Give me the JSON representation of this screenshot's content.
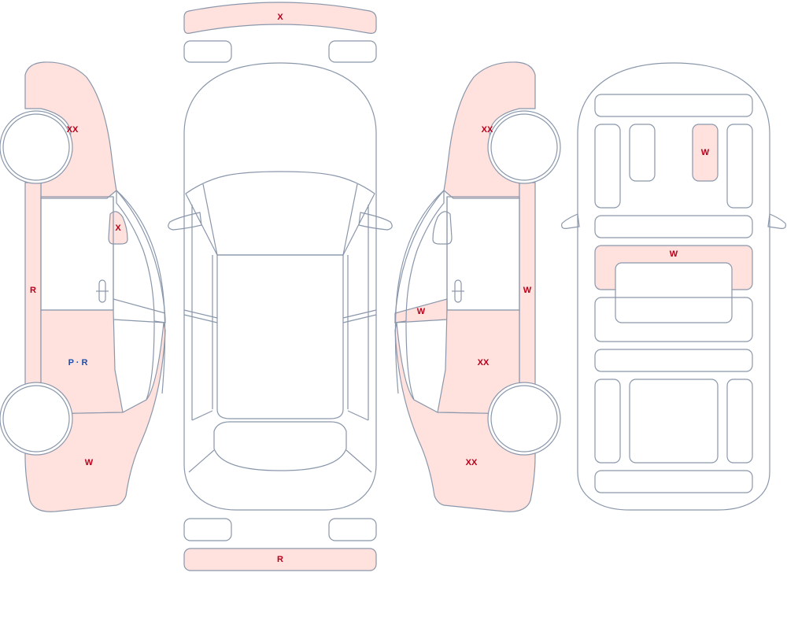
{
  "colors": {
    "outline": "#8a97ab",
    "damage_fill": "#ffe1de",
    "label_red": "#b8001a",
    "label_blue": "#1f4fa8",
    "background": "#ffffff"
  },
  "labels": {
    "front_bumper": "X",
    "rear_bumper": "R",
    "left_front_fender": "XX",
    "left_front_door": "X",
    "left_rocker": "R",
    "left_rear_door": "P · R",
    "left_quarter_panel": "W",
    "right_front_fender": "XX",
    "right_rocker": "W",
    "right_front_door": "W",
    "right_rear_door": "XX",
    "right_quarter_panel": "XX",
    "interior_seat": "W",
    "interior_console": "W"
  }
}
